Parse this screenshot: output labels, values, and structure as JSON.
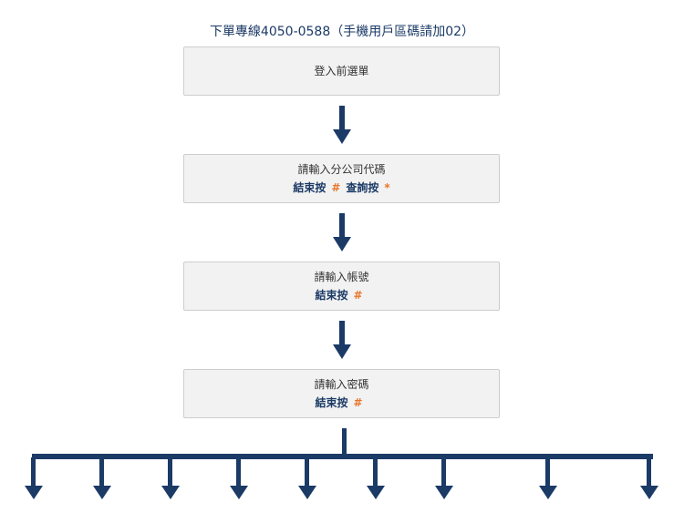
{
  "title": "下單專線4050-0588（手機用戶區碼請加02）",
  "steps": [
    {
      "label": "登入前選單"
    },
    {
      "label": "請輸入分公司代碼",
      "action1": "結束按",
      "key1": "#",
      "action2": "查詢按",
      "key2": "*"
    },
    {
      "label": "請輸入帳號",
      "action1": "結束按",
      "key1": "#"
    },
    {
      "label": "請輸入密碼",
      "action1": "結束按",
      "key1": "#"
    }
  ],
  "colors": {
    "arrow": "#1b3a66",
    "accent": "#e8762c",
    "box_bg": "#f2f2f2",
    "box_border": "#cdcdcd"
  }
}
